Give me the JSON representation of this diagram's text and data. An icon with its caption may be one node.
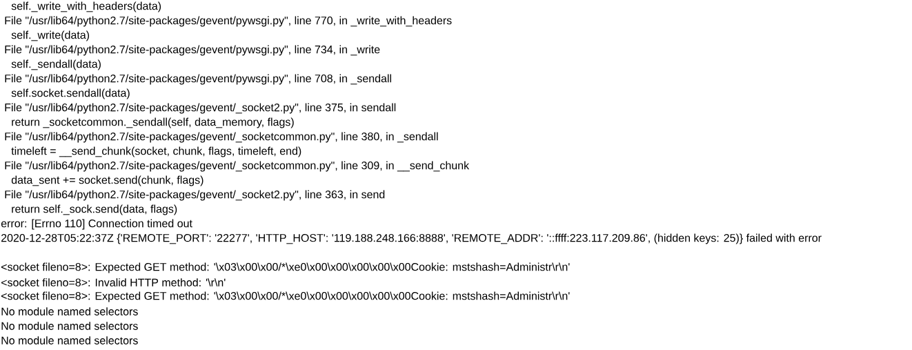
{
  "diagram": {
    "labels": [
      "self._write_with_headers(data)",
      "File \"/usr/lib64/python2.7/site-packages/gevent/pywsgi.py\", line 770, in _write_with_headers",
      "self._write(data)",
      "File \"/usr/lib64/python2.7/site-packages/gevent/pywsgi.py\", line 734, in _write",
      "self._sendall(data)",
      "File \"/usr/lib64/python2.7/site-packages/gevent/pywsgi.py\", line 708, in _sendall",
      "self.socket.sendall(data)",
      "File \"/usr/lib64/python2.7/site-packages/gevent/_socket2.py\", line 375, in sendall",
      "return _socketcommon._sendall(self, data_memory, flags)",
      "File \"/usr/lib64/python2.7/site-packages/gevent/_socketcommon.py\", line 380, in _sendall",
      "timeleft = __send_chunk(socket, chunk, flags, timeleft, end)",
      "File \"/usr/lib64/python2.7/site-packages/gevent/_socketcommon.py\", line 309, in __send_chunk",
      "data_sent += socket.send(chunk, flags)",
      "File \"/usr/lib64/python2.7/site-packages/gevent/_socket2.py\", line 363, in send",
      "return self._sock.send(data, flags)",
      "error: [Errno 110] Connection timed out",
      "2020-12-28T05:22:37Z {'REMOTE_PORT': '22277', 'HTTP_HOST': '119.188.248.166:8888', 'REMOTE_ADDR': '::ffff:223.117.209.86', (hidden keys: 25)} failed with error",
      "<socket fileno=8>: Expected GET method: '\\x03\\x00\\x00/*\\xe0\\x00\\x00\\x00\\x00\\x00Cookie: mstshash=Administr\\r\\n'",
      "<socket fileno=8>: Invalid HTTP method: '\\r\\n'",
      "<socket fileno=8>: Expected GET method: '\\x03\\x00\\x00/*\\xe0\\x00\\x00\\x00\\x00\\x00Cookie: mstshash=Administr\\r\\n'",
      "No module named selectors",
      "No module named selectors",
      "No module named selectors"
    ]
  }
}
